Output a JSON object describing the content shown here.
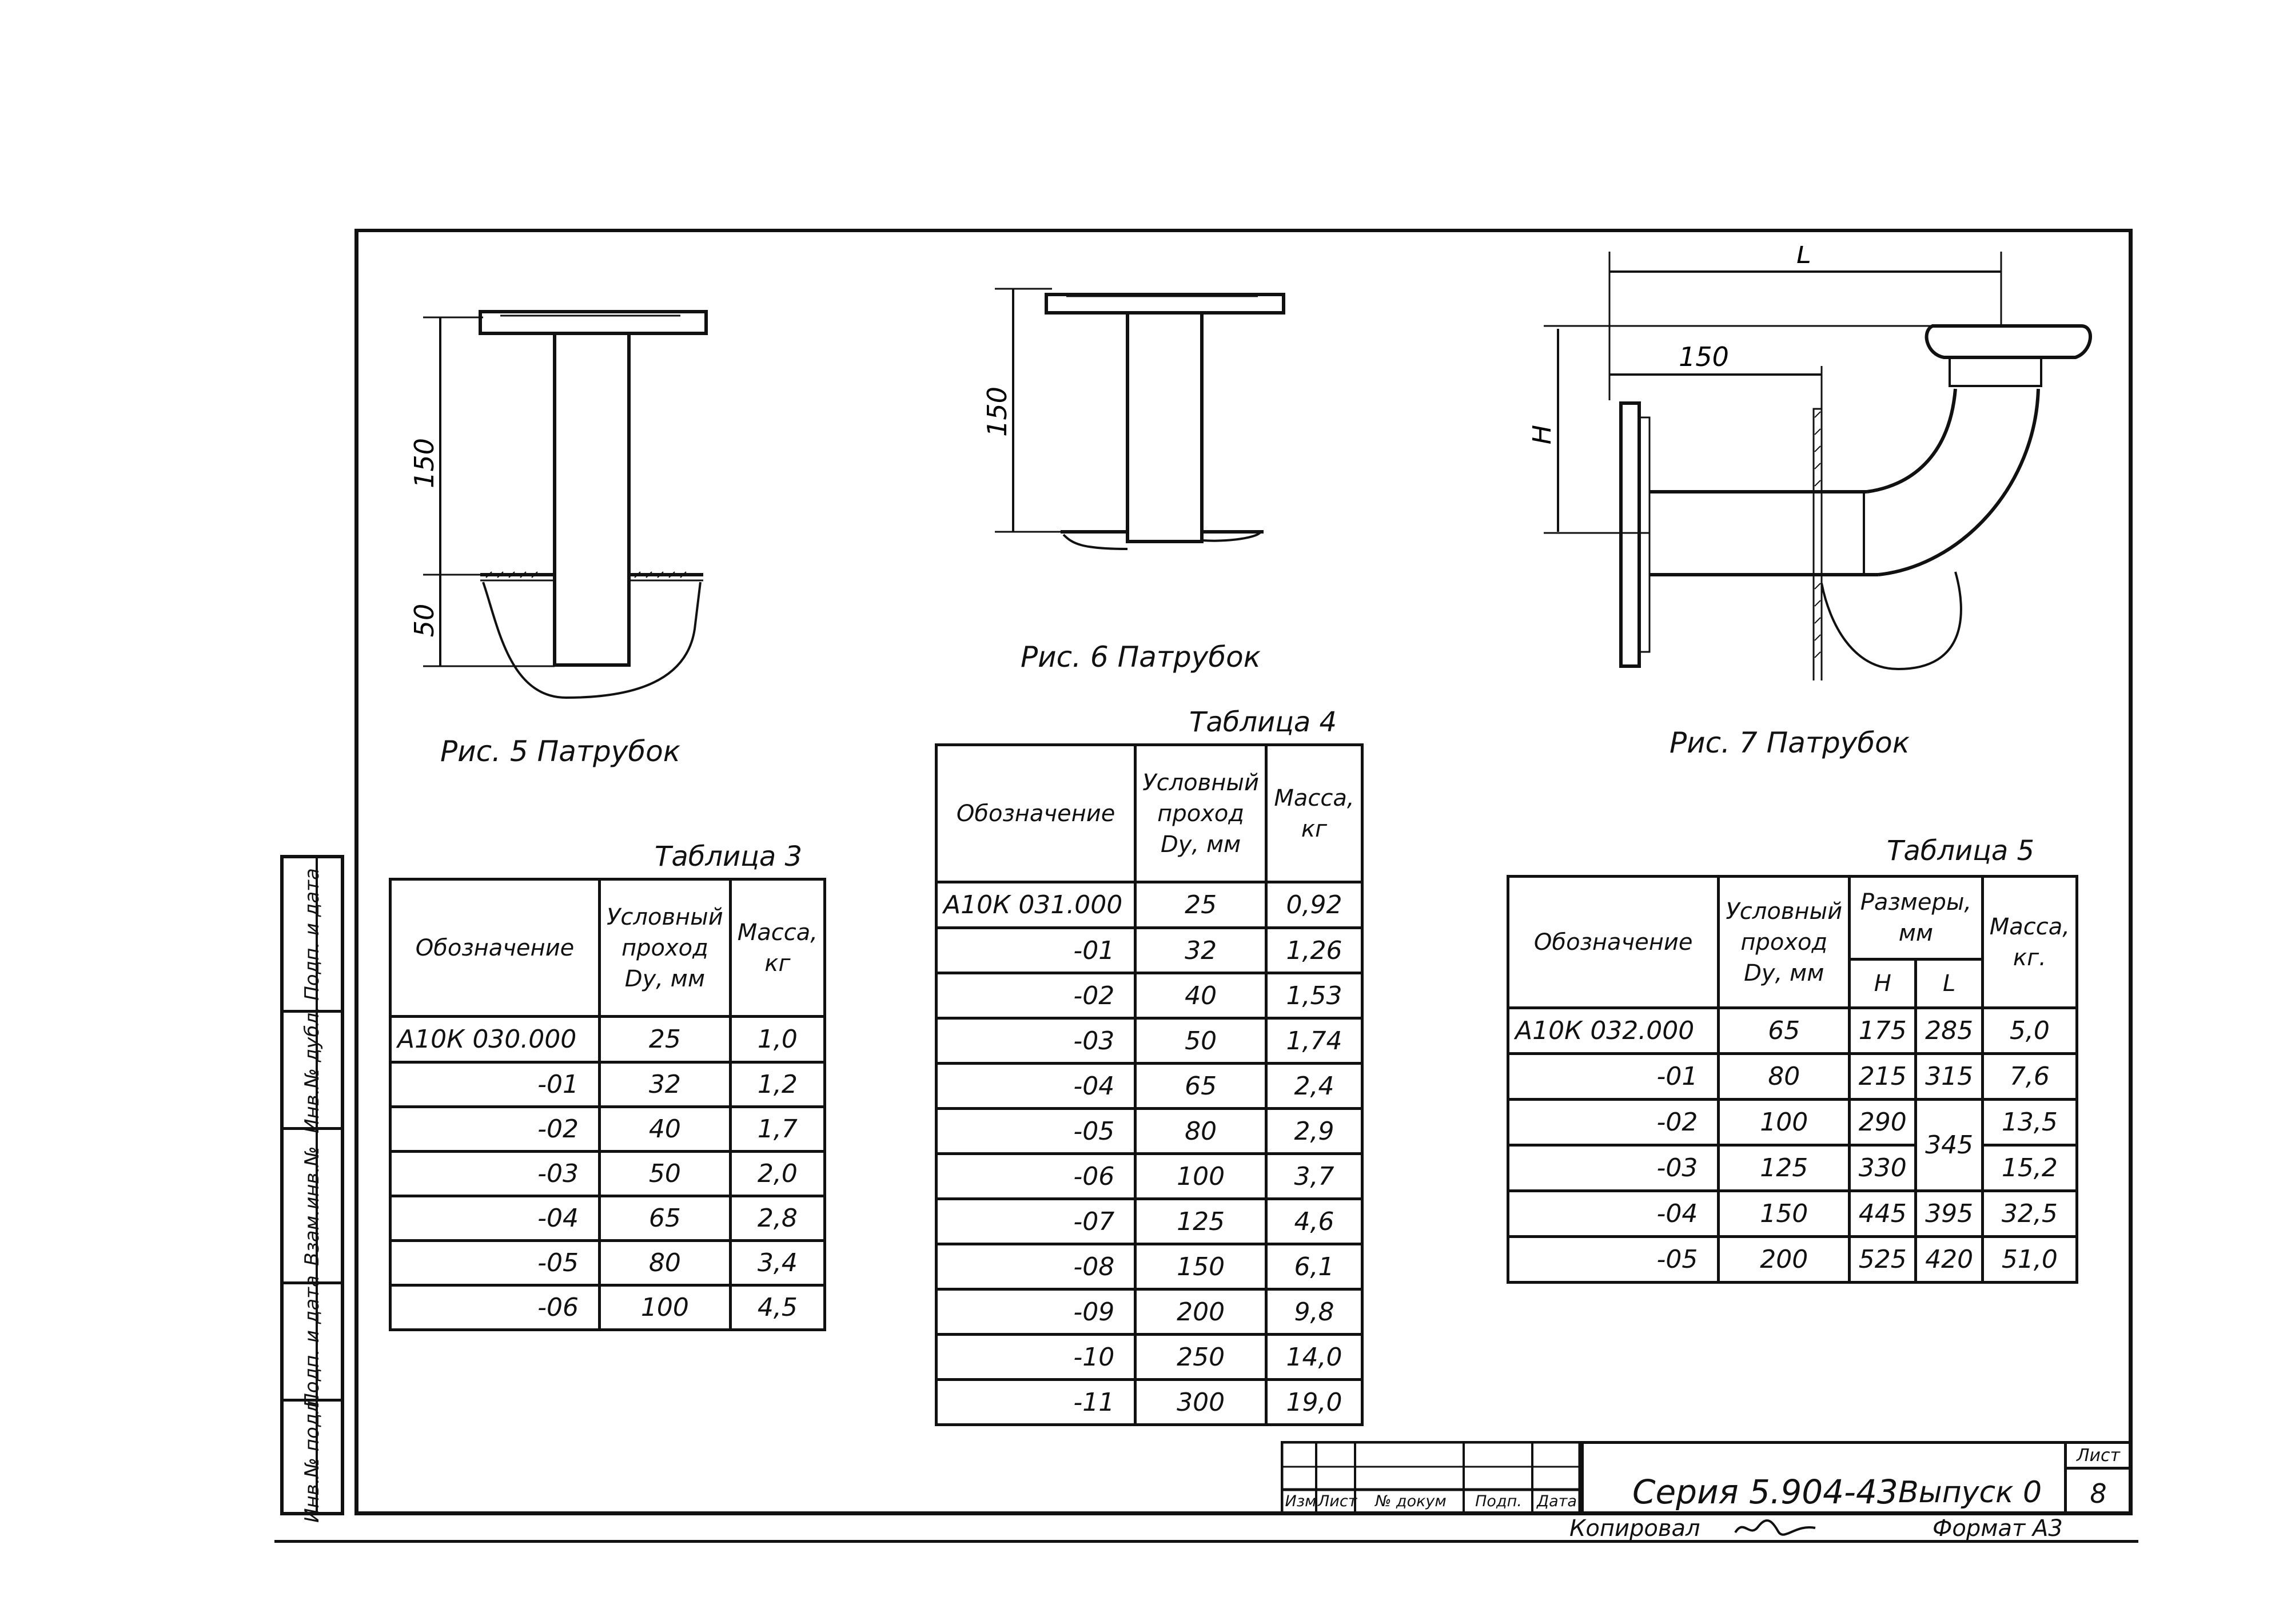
{
  "side_stamp": [
    "Инв.№ подл.",
    "Подп. и дата",
    "Взам.инв.№",
    "Инв.№ дубл.",
    "Подп. и дата"
  ],
  "fig5": {
    "caption": "Рис. 5     Патрубок",
    "dim_top": "150",
    "dim_bottom": "50"
  },
  "fig6": {
    "caption": "Рис. 6     Патрубок",
    "dim": "150"
  },
  "fig7": {
    "caption": "Рис. 7     Патрубок",
    "dim_L": "L",
    "dim_150": "150",
    "dim_H": "H"
  },
  "table3": {
    "name": "Таблица 3",
    "headers": {
      "designation": "Обозначение",
      "dy": "Условный проход Dу, мм",
      "mass": "Масса, кг"
    },
    "rows": [
      {
        "designation": "А10К 030.000",
        "dy": "25",
        "mass": "1,0"
      },
      {
        "designation": "-01",
        "dy": "32",
        "mass": "1,2"
      },
      {
        "designation": "-02",
        "dy": "40",
        "mass": "1,7"
      },
      {
        "designation": "-03",
        "dy": "50",
        "mass": "2,0"
      },
      {
        "designation": "-04",
        "dy": "65",
        "mass": "2,8"
      },
      {
        "designation": "-05",
        "dy": "80",
        "mass": "3,4"
      },
      {
        "designation": "-06",
        "dy": "100",
        "mass": "4,5"
      }
    ]
  },
  "table4": {
    "name": "Таблица 4",
    "headers": {
      "designation": "Обозначение",
      "dy": "Условный проход Dу, мм",
      "mass": "Масса, кг"
    },
    "rows": [
      {
        "designation": "А10К 031.000",
        "dy": "25",
        "mass": "0,92"
      },
      {
        "designation": "-01",
        "dy": "32",
        "mass": "1,26"
      },
      {
        "designation": "-02",
        "dy": "40",
        "mass": "1,53"
      },
      {
        "designation": "-03",
        "dy": "50",
        "mass": "1,74"
      },
      {
        "designation": "-04",
        "dy": "65",
        "mass": "2,4"
      },
      {
        "designation": "-05",
        "dy": "80",
        "mass": "2,9"
      },
      {
        "designation": "-06",
        "dy": "100",
        "mass": "3,7"
      },
      {
        "designation": "-07",
        "dy": "125",
        "mass": "4,6"
      },
      {
        "designation": "-08",
        "dy": "150",
        "mass": "6,1"
      },
      {
        "designation": "-09",
        "dy": "200",
        "mass": "9,8"
      },
      {
        "designation": "-10",
        "dy": "250",
        "mass": "14,0"
      },
      {
        "designation": "-11",
        "dy": "300",
        "mass": "19,0"
      }
    ]
  },
  "table5": {
    "name": "Таблица 5",
    "headers": {
      "designation": "Обозначение",
      "dy": "Условный проход Dу, мм",
      "sizes": "Размеры, мм",
      "h": "H",
      "l": "L",
      "mass": "Масса, кг."
    },
    "rows": [
      {
        "designation": "А10К 032.000",
        "dy": "65",
        "h": "175",
        "l": "285",
        "mass": "5,0"
      },
      {
        "designation": "-01",
        "dy": "80",
        "h": "215",
        "l": "315",
        "mass": "7,6"
      },
      {
        "designation": "-02",
        "dy": "100",
        "h": "290",
        "l": "345",
        "mass": "13,5"
      },
      {
        "designation": "-03",
        "dy": "125",
        "h": "330",
        "l": "",
        "mass": "15,2"
      },
      {
        "designation": "-04",
        "dy": "150",
        "h": "445",
        "l": "395",
        "mass": "32,5"
      },
      {
        "designation": "-05",
        "dy": "200",
        "h": "525",
        "l": "420",
        "mass": "51,0"
      }
    ]
  },
  "title_block": {
    "cols": [
      "Изм",
      "Лист",
      "№ докум",
      "Подп.",
      "Дата"
    ],
    "series": "Серия 5.904-43",
    "issue": "Выпуск 0",
    "sheet_label": "Лист",
    "sheet_number": "8",
    "copied": "Копировал",
    "format": "Формат А3"
  }
}
